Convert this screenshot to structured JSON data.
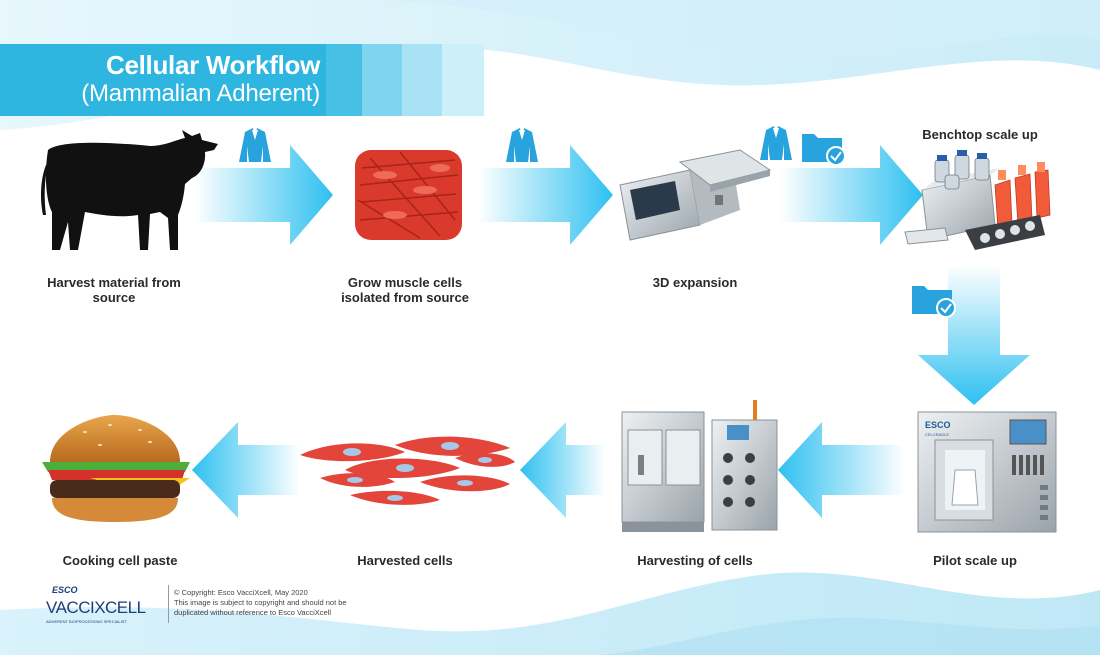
{
  "title": {
    "line1": "Cellular Workflow",
    "line2": "(Mammalian Adherent)"
  },
  "steps": [
    {
      "id": "harvest",
      "label": "Harvest material from source",
      "icon": "cow-icon"
    },
    {
      "id": "grow",
      "label": "Grow muscle cells isolated from source",
      "icon": "muscle-cells-icon"
    },
    {
      "id": "expansion",
      "label": "3D expansion",
      "icon": "shaker-instrument-icon"
    },
    {
      "id": "benchtop",
      "label": "Benchtop scale up",
      "icon": "bioreactor-bench-icon"
    },
    {
      "id": "pilot",
      "label": "Pilot scale up",
      "icon": "pilot-cabinet-icon"
    },
    {
      "id": "harvesting",
      "label": "Harvesting of cells",
      "icon": "harvesting-machine-icon"
    },
    {
      "id": "harvested",
      "label": "Harvested cells",
      "icon": "harvested-cells-icon"
    },
    {
      "id": "cooking",
      "label": "Cooking cell paste",
      "icon": "burger-icon"
    }
  ],
  "badges": [
    "lab-coat-icon",
    "folder-check-icon"
  ],
  "footer": {
    "brand_top": "ESCO",
    "brand_main": "VACCIXCELL",
    "brand_tagline": "ADHERENT BIOPROCESSING SPECIALIST",
    "copyright_line1": "© Copyright: Esco VacciXcell, May 2020",
    "copyright_line2": "This image is subject to copyright and should not be",
    "copyright_line3": "duplicated without reference to Esco VacciXcell"
  },
  "device_brand": "ESCO",
  "device_model": "CELCRADLE",
  "colors": {
    "accent": "#29b6e6",
    "arrow": "#2ec0f0",
    "banner": "#2eb5e0",
    "label": "#2a2a2a"
  }
}
